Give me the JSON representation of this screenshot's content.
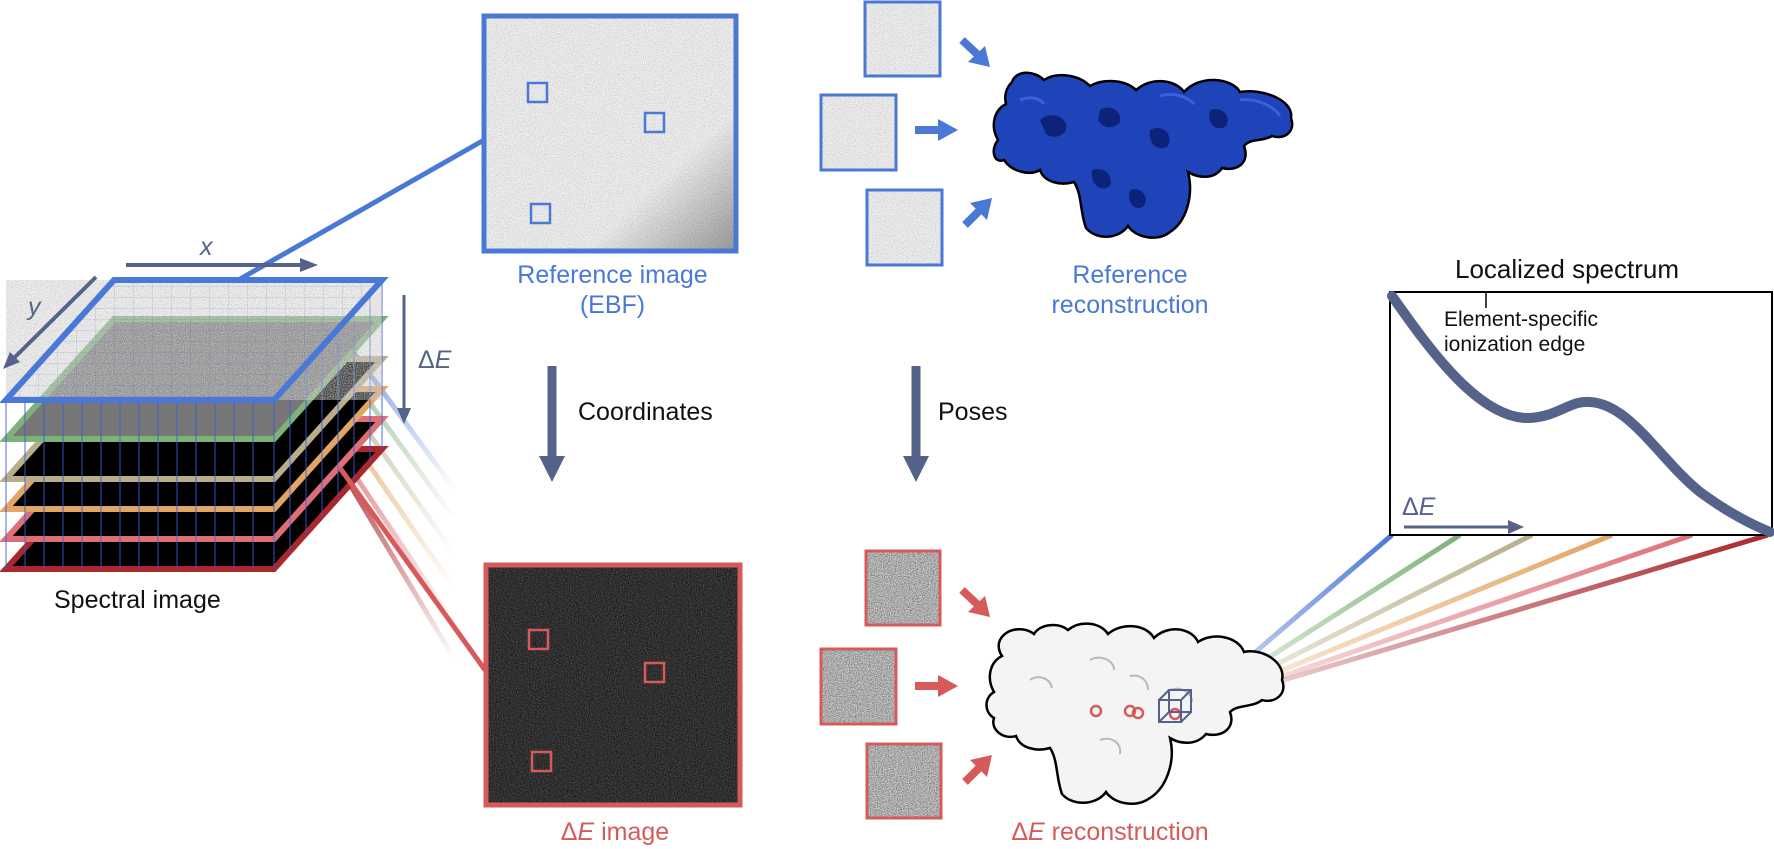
{
  "colors": {
    "blue": "#4a78d6",
    "deep_blue": "#1a3fb8",
    "red": "#d75a5a",
    "slate": "#55638a",
    "green": "#7fb27a",
    "tan": "#b8ae8a",
    "orange": "#e2a563",
    "pink": "#de6f78",
    "dark_red": "#a8282e"
  },
  "labels": {
    "axis_x": "x",
    "axis_y": "y",
    "delta_symbol": "Δ",
    "delta_E_var": "E",
    "spectral_image": "Spectral image",
    "reference_image_line1": "Reference image",
    "reference_image_line2": "(EBF)",
    "reference_recon_line1": "Reference",
    "reference_recon_line2": "reconstruction",
    "coordinates": "Coordinates",
    "poses": "Poses",
    "de_image_rest": " image",
    "de_recon_rest": " reconstruction",
    "localized_spectrum": "Localized spectrum",
    "edge_line1": "Element-specific",
    "edge_line2": "ionization edge"
  }
}
